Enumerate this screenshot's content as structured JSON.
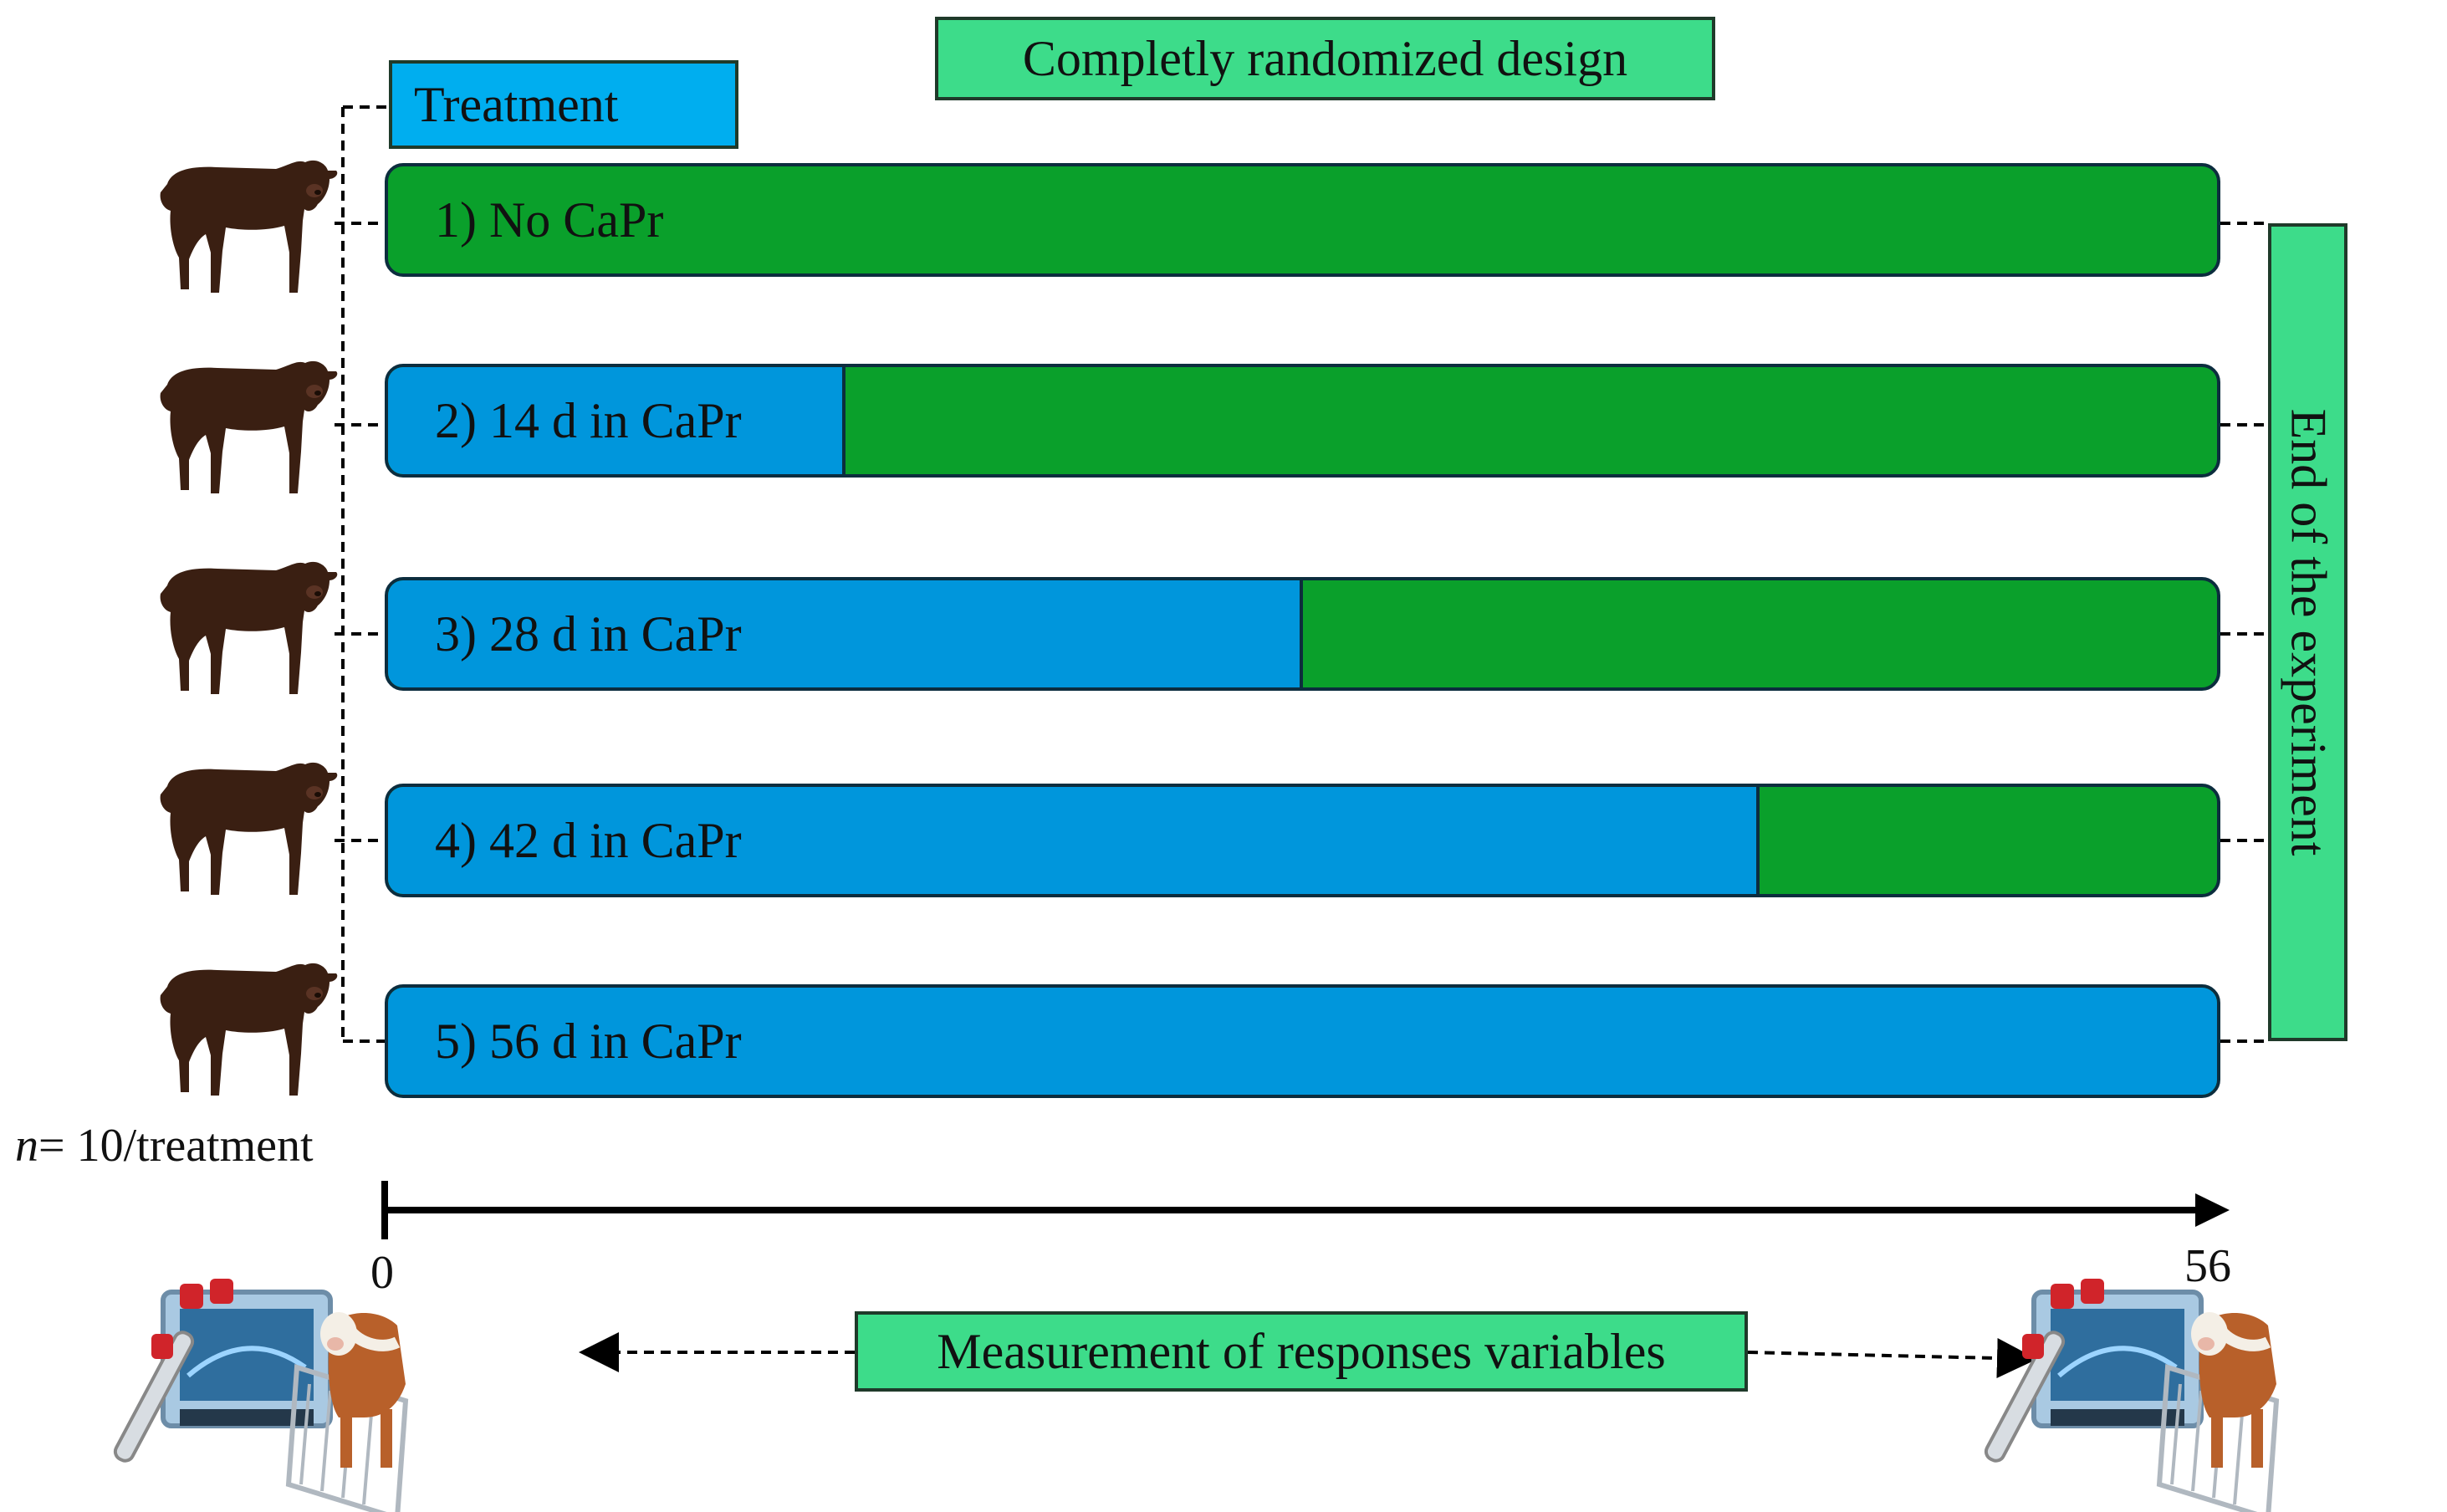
{
  "title": "Completly randomized design",
  "treatment_header": "Treatment",
  "treatments": [
    {
      "label": "1) No CaPr",
      "capr_days": 0
    },
    {
      "label": "2) 14 d in CaPr",
      "capr_days": 14
    },
    {
      "label": "3) 28 d in CaPr",
      "capr_days": 28
    },
    {
      "label": "4) 42 d in CaPr",
      "capr_days": 42
    },
    {
      "label": "5) 56 d in CaPr",
      "capr_days": 56
    }
  ],
  "timeline": {
    "start_label": "0",
    "end_label": "56",
    "total_days": 56
  },
  "end_label": "End of the experiment",
  "sample_size": {
    "prefix": "n",
    "text": "= 10/treatment"
  },
  "measurement_label": "Measurement of responses variables",
  "colors": {
    "capr": "#0096dc",
    "no_capr": "#0aa02b",
    "label_green": "#3ddc8a",
    "label_blue": "#00aeef"
  },
  "icons": [
    "cow-icon",
    "measurement-equipment-icon"
  ]
}
